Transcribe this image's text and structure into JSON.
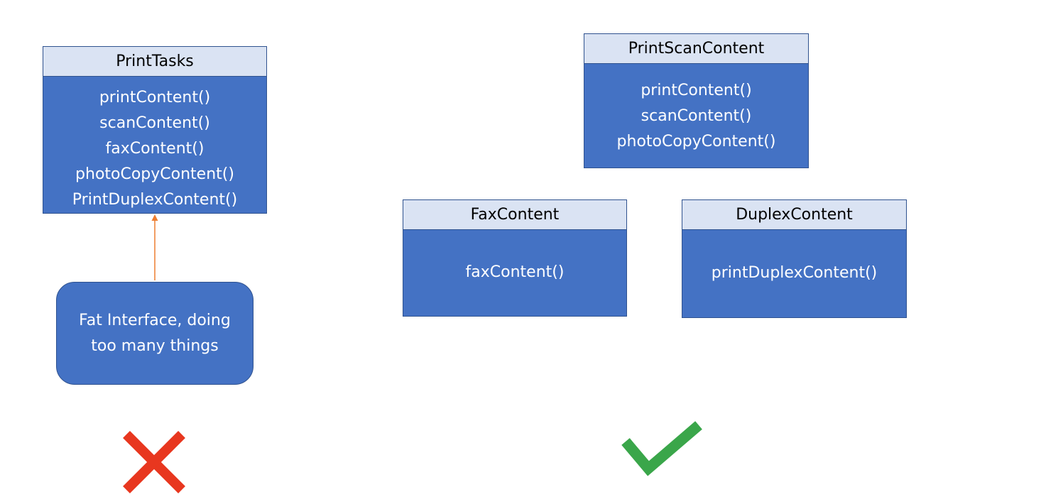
{
  "diagram": {
    "classes": {
      "print_tasks": {
        "name": "PrintTasks",
        "methods": [
          "printContent()",
          "scanContent()",
          "faxContent()",
          "photoCopyContent()",
          "PrintDuplexContent()"
        ]
      },
      "print_scan_content": {
        "name": "PrintScanContent",
        "methods": [
          "printContent()",
          "scanContent()",
          "photoCopyContent()"
        ]
      },
      "fax_content": {
        "name": "FaxContent",
        "methods": [
          "faxContent()"
        ]
      },
      "duplex_content": {
        "name": "DuplexContent",
        "methods": [
          "printDuplexContent()"
        ]
      }
    },
    "note": {
      "text": "Fat Interface, doing too many things"
    },
    "marks": {
      "bad": {
        "icon": "cross-icon",
        "color": "#e8371f"
      },
      "good": {
        "icon": "checkmark-icon",
        "color": "#3aa64a"
      }
    },
    "colors": {
      "box_fill": "#4472c4",
      "box_border": "#2f528f",
      "header_fill": "#dae3f3",
      "arrow": "#ed7d31"
    }
  }
}
